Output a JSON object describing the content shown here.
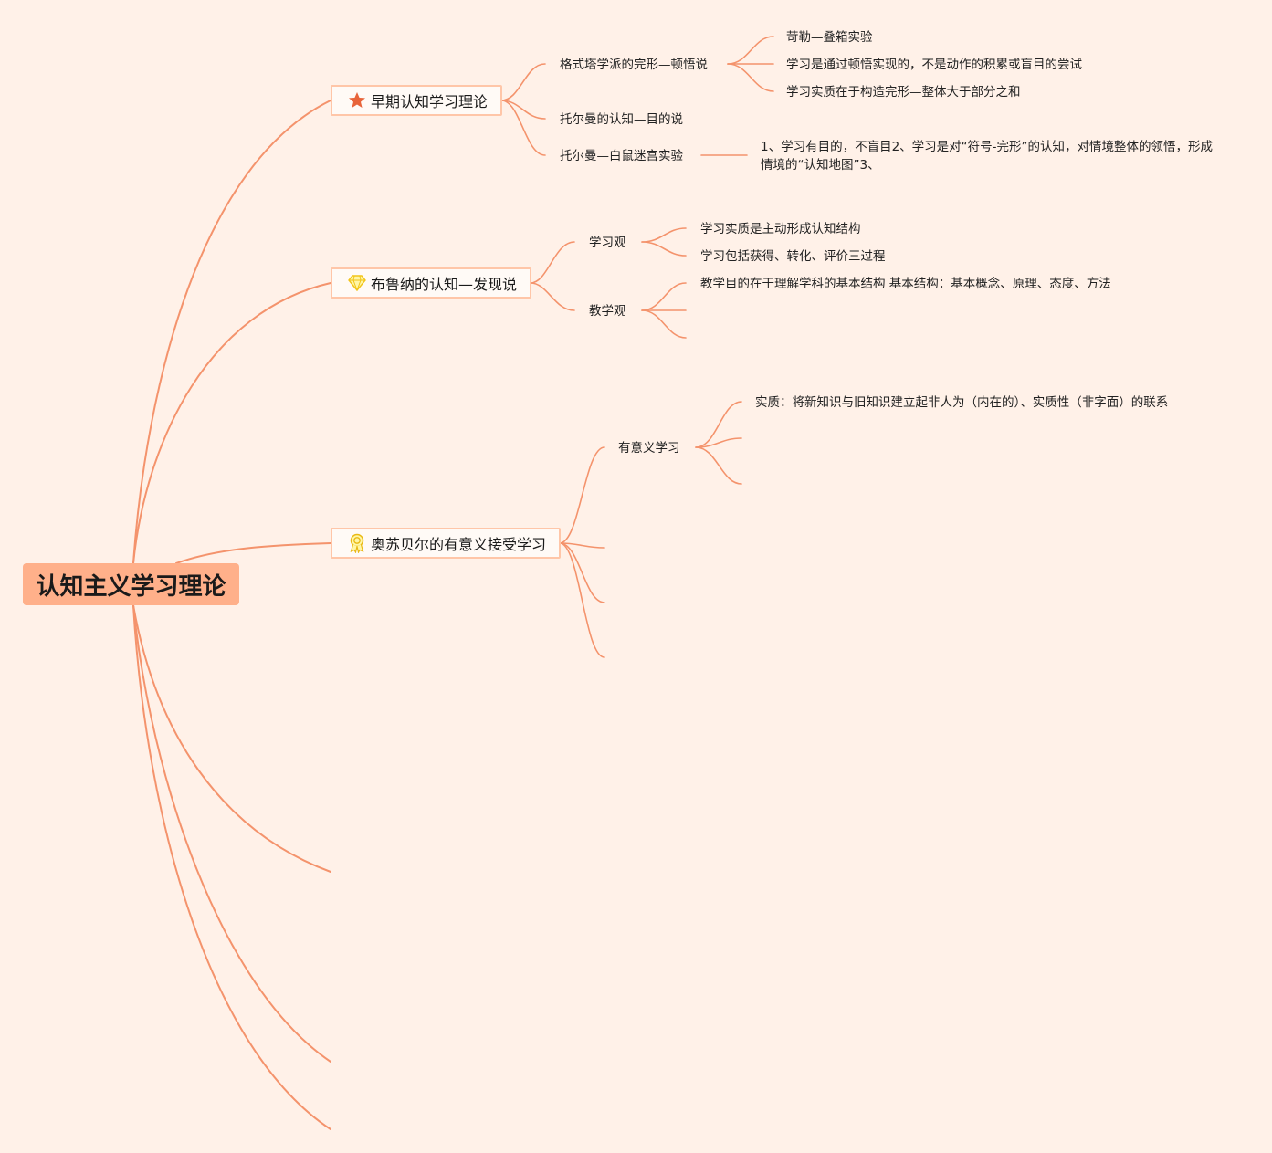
{
  "root": {
    "label": "认知主义学习理论"
  },
  "colors": {
    "background": "#fff1e8",
    "line": "#f4936c",
    "root_fill": "#ffb08a",
    "node_border": "#ffc6a8"
  },
  "branches": [
    {
      "label": "早期认知学习理论",
      "icon": "star-icon",
      "children": [
        {
          "label": "格式塔学派的完形—顿悟说",
          "children": [
            "苛勒—叠箱实验",
            "学习是通过顿悟实现的，不是动作的积累或盲目的尝试",
            "学习实质在于构造完形—整体大于部分之和"
          ]
        },
        {
          "label": "托尔曼的认知—目的说"
        },
        {
          "label": "托尔曼—白鼠迷宫实验",
          "children": [
            "1、学习有目的，不盲目2、学习是对“符号-完形”的认知，对情境整体的领悟，形成情境的“认知地图”3、"
          ]
        }
      ]
    },
    {
      "label": "布鲁纳的认知—发现说",
      "icon": "diamond-icon",
      "children": [
        {
          "label": "学习观",
          "children": [
            "学习实质是主动形成认知结构",
            "学习包括获得、转化、评价三过程"
          ]
        },
        {
          "label": "教学观",
          "children": [
            "教学目的在于理解学科的基本结构 基本结构：基本概念、原理、态度、方法",
            "",
            ""
          ]
        }
      ]
    },
    {
      "label": "奥苏贝尔的有意义接受学习",
      "icon": "award-icon",
      "children": [
        {
          "label": "有意义学习",
          "children": [
            "实质：将新知识与旧知识建立起非人为（内在的）、实质性（非字面）的联系",
            "",
            ""
          ]
        },
        {
          "label": ""
        },
        {
          "label": ""
        },
        {
          "label": ""
        }
      ]
    },
    {
      "label": ""
    },
    {
      "label": ""
    },
    {
      "label": ""
    }
  ]
}
